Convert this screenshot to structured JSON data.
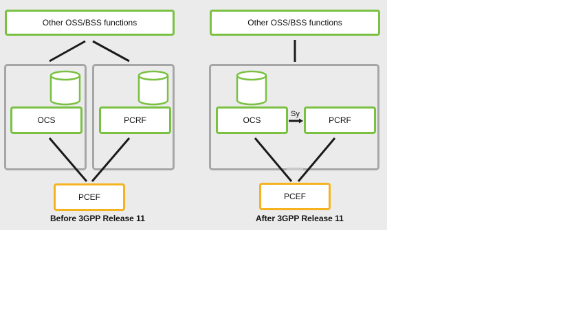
{
  "diagram": {
    "left": {
      "oss_bss_label": "Other OSS/BSS functions",
      "ocs_label": "OCS",
      "pcrf_label": "PCRF",
      "pcef_label": "PCEF",
      "caption": "Before 3GPP Release 11"
    },
    "right": {
      "oss_bss_label": "Other OSS/BSS functions",
      "ocs_label": "OCS",
      "pcrf_label": "PCRF",
      "pcef_label": "PCEF",
      "interface_label": "Sy",
      "caption": "After 3GPP Release 11"
    }
  },
  "colors": {
    "panel_background": "#ebebeb",
    "function_border": "#7ac142",
    "pcef_border": "#f5b320",
    "domain_border": "#a6a6a6",
    "connector": "#1a1a1a"
  }
}
